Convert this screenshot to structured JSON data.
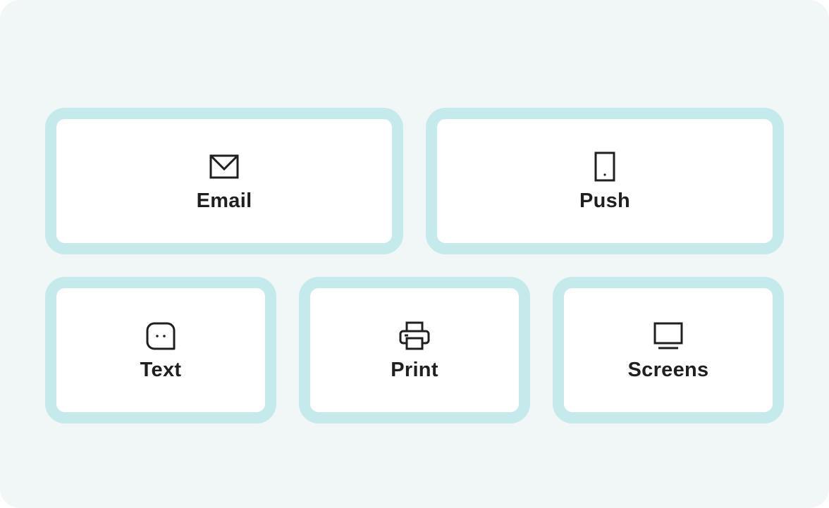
{
  "channels": {
    "email": {
      "label": "Email",
      "icon": "envelope-icon"
    },
    "push": {
      "label": "Push",
      "icon": "mobile-phone-icon"
    },
    "text": {
      "label": "Text",
      "icon": "chat-bubble-icon"
    },
    "print": {
      "label": "Print",
      "icon": "printer-icon"
    },
    "screens": {
      "label": "Screens",
      "icon": "monitor-icon"
    }
  },
  "colors": {
    "background": "#f1f7f7",
    "card_border": "#c5eaeb",
    "card_fill": "#ffffff",
    "text": "#1f1f1f"
  }
}
